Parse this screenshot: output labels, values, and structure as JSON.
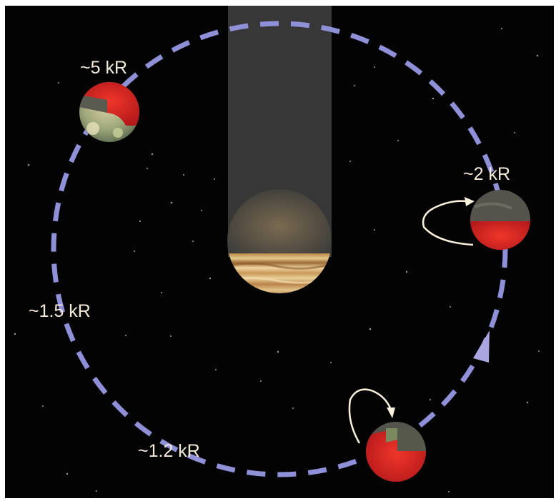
{
  "labels": {
    "orbit_5kR": "~5 kR",
    "orbit_2kR": "~2 kR",
    "orbit_1_5kR": "~1.5 kR",
    "orbit_1_2kR": "~1.2 kR"
  },
  "colors": {
    "space_background": "#030303",
    "orbit_dash": "#8f90d8",
    "label_text": "#f4eadb",
    "shadow_column": "#3a3a3a",
    "aurora_red": "#d8261f",
    "moon_dark_side": "#55544c",
    "rotation_arrow": "#fbf1dc",
    "planet_band_light": "#e6c98e",
    "planet_band_dark": "#9a6a35"
  },
  "icons": {
    "central_planet": "jupiter-planet-icon",
    "moon": "io-moon-icon",
    "direction_arrow": "triangle-arrow-icon",
    "rotation_arrow": "curved-arrow-icon"
  }
}
